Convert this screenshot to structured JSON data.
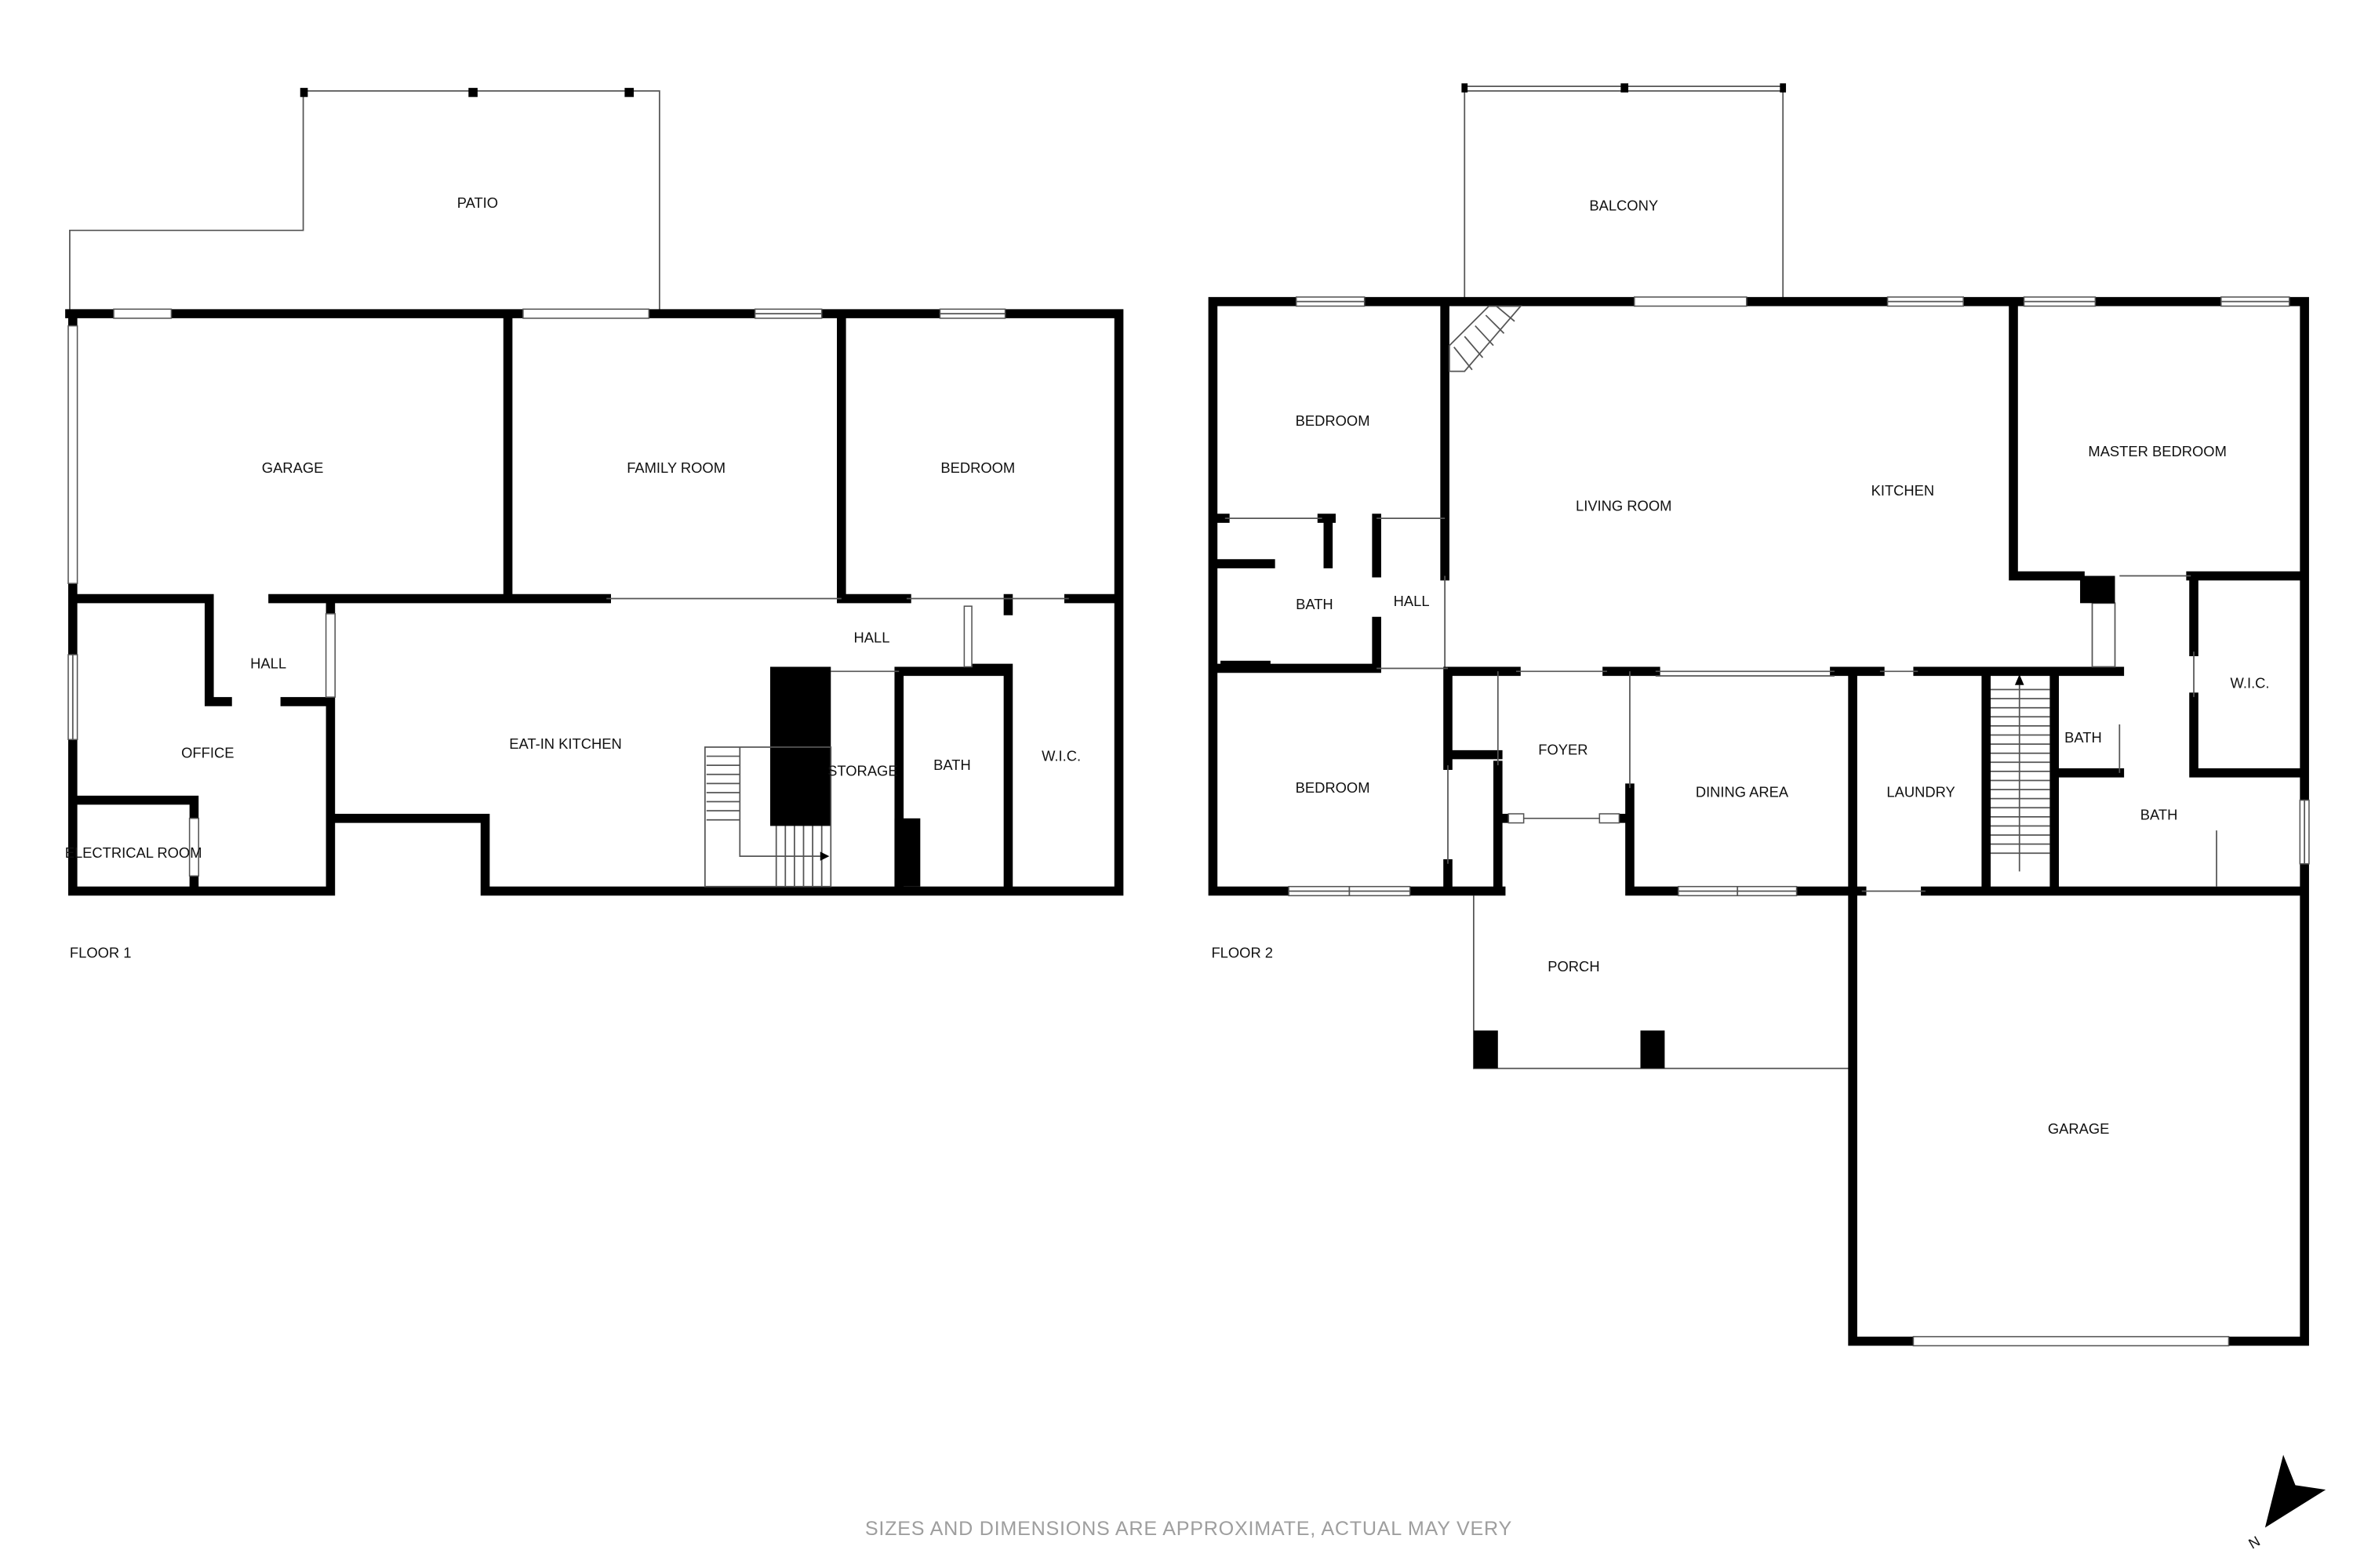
{
  "floor_1": {
    "label": "FLOOR 1",
    "rooms": {
      "patio": "PATIO",
      "garage": "GARAGE",
      "family_room": "FAMILY ROOM",
      "bedroom": "BEDROOM",
      "hall_west": "HALL",
      "office": "OFFICE",
      "electrical_room": "ELECTRICAL ROOM",
      "eat_in_kitchen": "EAT-IN KITCHEN",
      "hall_east": "HALL",
      "storage": "STORAGE",
      "bath": "BATH",
      "wic": "W.I.C."
    }
  },
  "floor_2": {
    "label": "FLOOR 2",
    "rooms": {
      "balcony": "BALCONY",
      "bedroom_upper": "BEDROOM",
      "bath_hall": "BATH",
      "hall": "HALL",
      "bedroom_lower": "BEDROOM",
      "living_room": "LIVING ROOM",
      "kitchen": "KITCHEN",
      "master_bedroom": "MASTER BEDROOM",
      "foyer": "FOYER",
      "dining_area": "DINING AREA",
      "laundry": "LAUNDRY",
      "bath_small": "BATH",
      "wic": "W.I.C.",
      "master_bath": "BATH",
      "porch": "PORCH",
      "garage": "GARAGE"
    }
  },
  "disclaimer": "SIZES AND DIMENSIONS ARE APPROXIMATE, ACTUAL MAY VERY",
  "compass": {
    "label": "N",
    "icon": "north-arrow-icon"
  },
  "colors": {
    "wall": "#000000",
    "line": "#555555",
    "disclaimer": "#9e9e9e",
    "background": "#ffffff"
  }
}
